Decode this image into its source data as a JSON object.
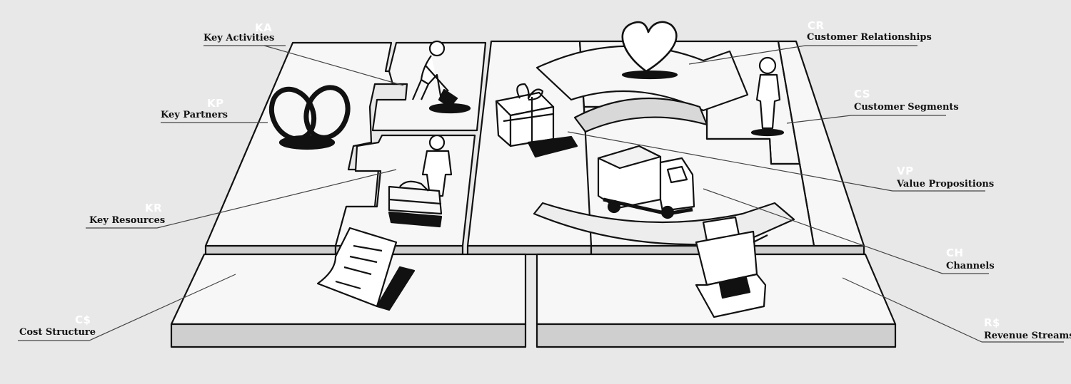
{
  "colors": {
    "background": "#e8e8e8",
    "block_top": "#f7f7f7",
    "block_side": "#cfcfcf",
    "ink": "#111111",
    "abbreviation": "#ffffff"
  },
  "blocks": {
    "key_activities": {
      "abbr": "KA",
      "label": "Key Activities",
      "icon": "digging-person-icon"
    },
    "key_partners": {
      "abbr": "KP",
      "label": "Key Partners",
      "icon": "rings-icon"
    },
    "key_resources": {
      "abbr": "KR",
      "label": "Key Resources",
      "icon": "person-with-resources-icon"
    },
    "value_propositions": {
      "abbr": "VP",
      "label": "Value Propositions",
      "icon": "gift-box-icon"
    },
    "customer_relationships": {
      "abbr": "CR",
      "label": "Customer Relationships",
      "icon": "heart-icon"
    },
    "customer_segments": {
      "abbr": "CS",
      "label": "Customer Segments",
      "icon": "standing-person-icon"
    },
    "channels": {
      "abbr": "CH",
      "label": "Channels",
      "icon": "truck-icon"
    },
    "cost_structure": {
      "abbr": "C$",
      "label": "Cost Structure",
      "icon": "invoice-icon"
    },
    "revenue_streams": {
      "abbr": "R$",
      "label": "Revenue Streams",
      "icon": "cash-register-icon"
    }
  }
}
